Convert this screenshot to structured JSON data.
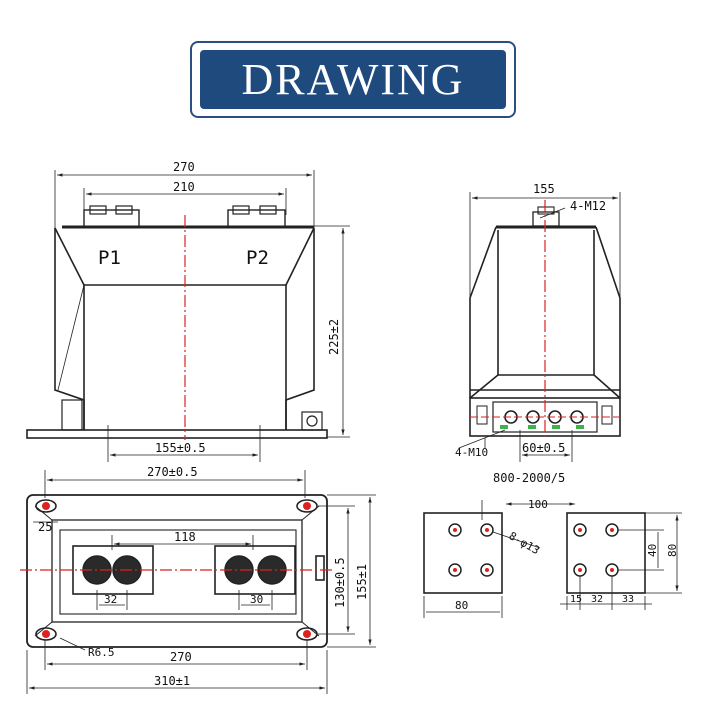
{
  "header": {
    "title": "DRAWING"
  },
  "front_view": {
    "dim_overall_width": "270",
    "dim_terminal_span": "210",
    "dim_height": "225±2",
    "dim_base_holes": "155±0.5",
    "terminal_left": "P1",
    "terminal_right": "P2"
  },
  "side_view": {
    "dim_width": "155",
    "label_top_bolts": "4-M12",
    "label_secondary_bolts": "4-M10",
    "dim_secondary_spacing": "60±0.5",
    "ratio_label": "800-2000/5"
  },
  "top_view": {
    "dim_hole_span": "270±0.5",
    "dim_edge": "25",
    "dim_terminal_span": "118",
    "dim_terminal_pitch_left": "32",
    "dim_terminal_pitch_right": "30",
    "dim_depth_holes": "130±0.5",
    "dim_depth_overall": "155±1",
    "dim_radius": "R6.5",
    "dim_inner_length": "270",
    "dim_overall_length": "310±1"
  },
  "busbar_pads": {
    "dim_left_offset": "100",
    "label_holes": "8-φ13",
    "dim_left_width": "80",
    "dim_vertical_pitch": "40",
    "dim_height": "80",
    "dim_margin_15": "15",
    "dim_pitch_32": "32",
    "dim_margin_33": "33"
  }
}
